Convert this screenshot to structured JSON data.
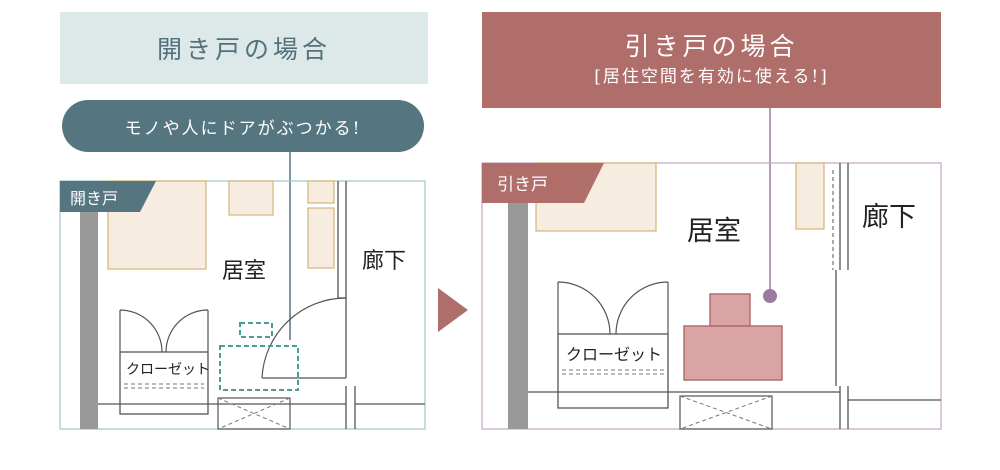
{
  "colors": {
    "teal_light": "#dde9e8",
    "teal_dark": "#557680",
    "teal_dash": "#4e9c96",
    "rose": "#b06e6b",
    "rose_fill": "#d9a4a3",
    "furniture": "#f6ecdf",
    "furniture_border": "#d4b57a",
    "wall": "#999999"
  },
  "left": {
    "header": "開き戸の場合",
    "callout": "モノや人にドアがぶつかる!",
    "tag": "開き戸",
    "room_label": "居室",
    "hall_label": "廊下",
    "closet_label": "クローゼット"
  },
  "right": {
    "header_line1": "引き戸の場合",
    "header_line2": "[居住空間を有効に使える!]",
    "tag": "引き戸",
    "room_label": "居室",
    "hall_label": "廊下",
    "closet_label": "クローゼット"
  },
  "icons": {
    "arrow": "triangle-right-icon"
  }
}
